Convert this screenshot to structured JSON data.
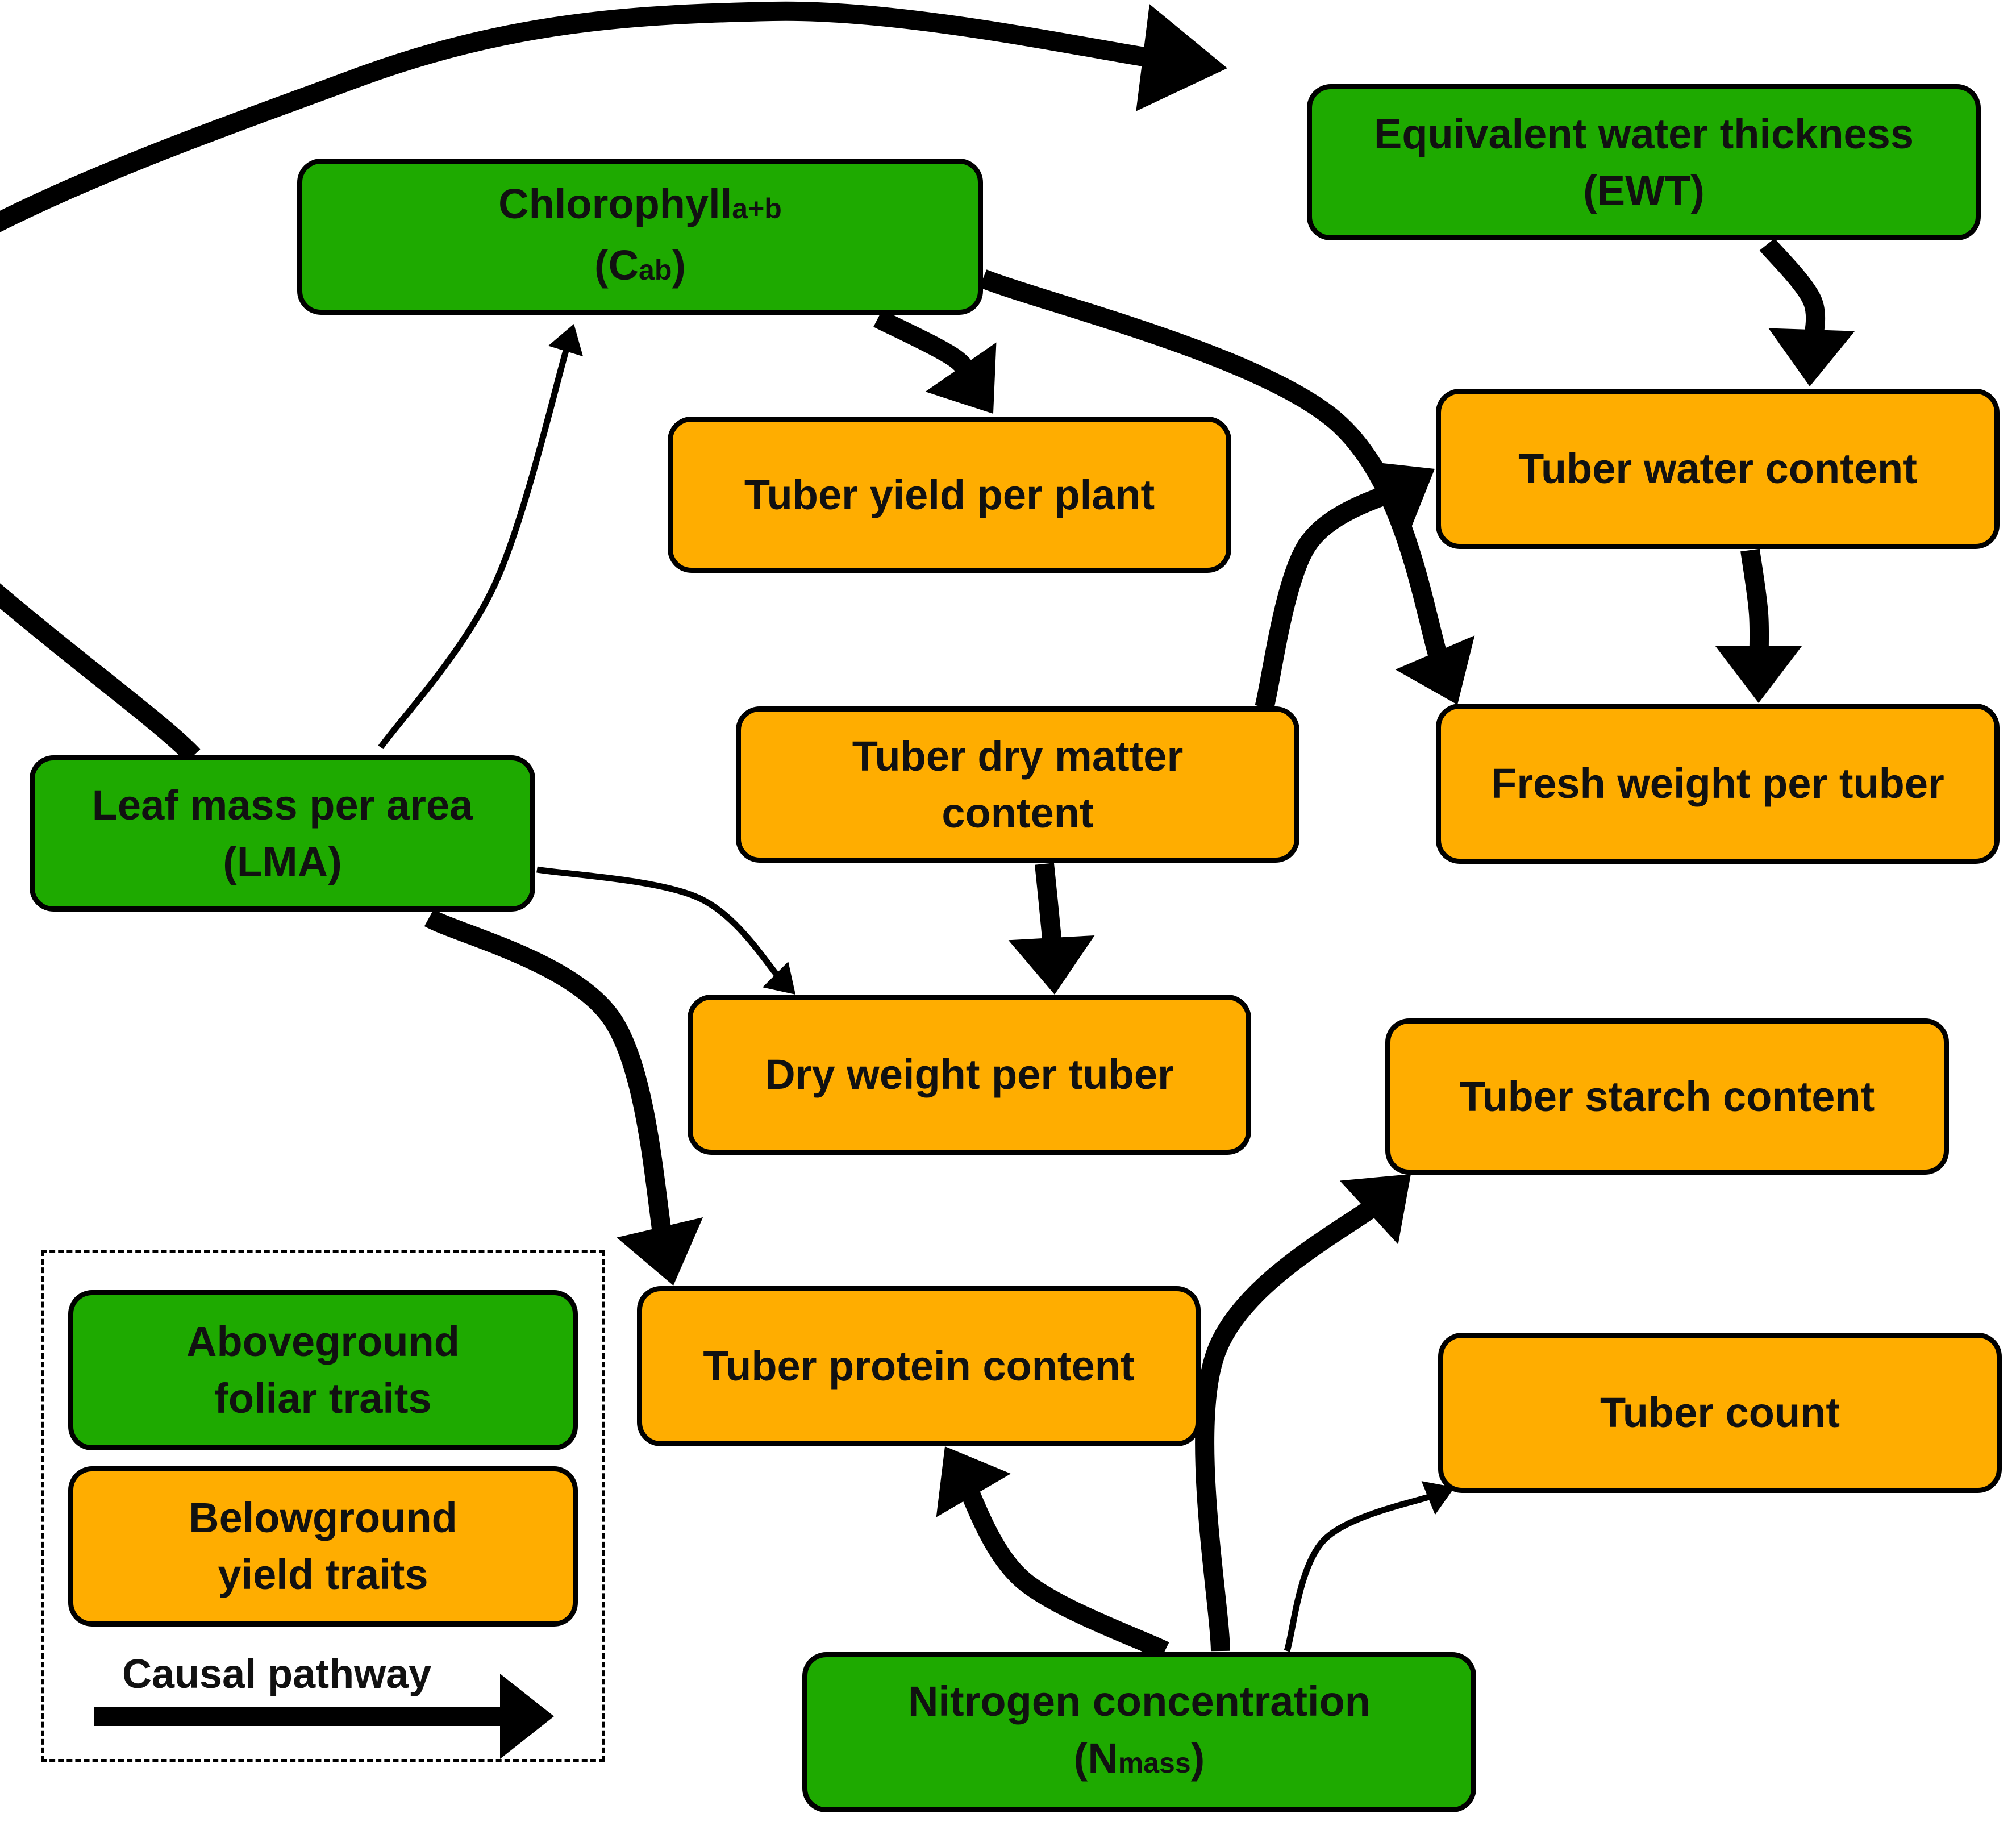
{
  "colors": {
    "aboveground": "#1eaa00",
    "belowground": "#ffad00",
    "arrow": "#000000"
  },
  "nodes": {
    "ewt": {
      "line1": "Equivalent water thickness",
      "line2": "(EWT)"
    },
    "cab": {
      "line1_main": "Chlorophyll",
      "line1_sub": "a+b",
      "line2_open": "(C",
      "line2_sub": "ab",
      "line2_close": ")"
    },
    "tuber_yield": {
      "label": "Tuber yield per plant"
    },
    "tuber_water": {
      "label": "Tuber water content"
    },
    "dry_matter": {
      "line1": "Tuber dry matter",
      "line2": "content"
    },
    "fresh_weight": {
      "label": "Fresh weight per tuber"
    },
    "lma": {
      "line1": "Leaf mass per area",
      "line2": "(LMA)"
    },
    "dry_weight": {
      "label": "Dry weight per tuber"
    },
    "starch": {
      "label": "Tuber starch content"
    },
    "protein": {
      "label": "Tuber protein content"
    },
    "count": {
      "label": "Tuber count"
    },
    "nitrogen": {
      "line1": "Nitrogen concentration",
      "line2_open": "(N",
      "line2_sub": "mass",
      "line2_close": ")"
    }
  },
  "legend": {
    "aboveground": {
      "line1": "Aboveground",
      "line2": "foliar traits"
    },
    "belowground": {
      "line1": "Belowground",
      "line2": "yield traits"
    },
    "pathway_label": "Causal pathway"
  }
}
